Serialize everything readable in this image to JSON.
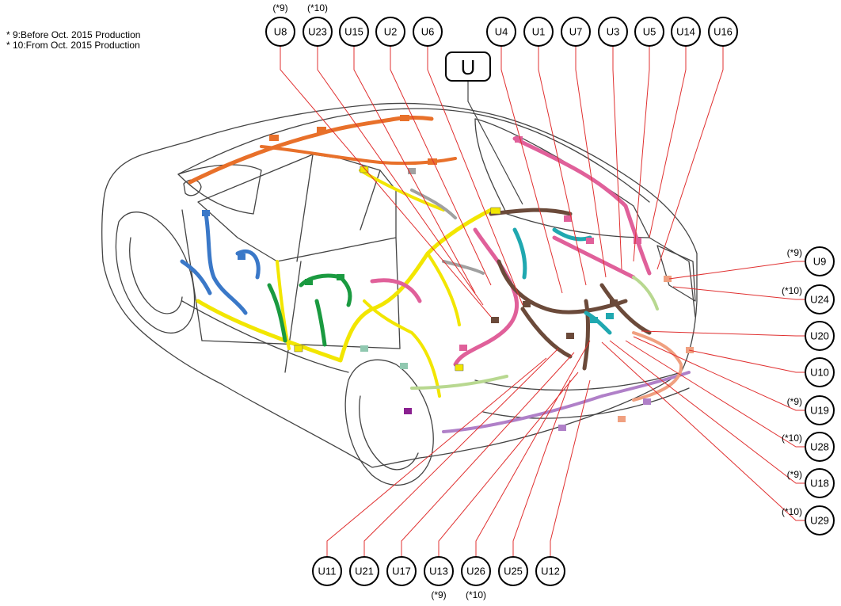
{
  "notes": [
    "* 9:Before Oct. 2015 Production",
    "* 10:From Oct. 2015 Production"
  ],
  "title_label": "U",
  "connectors": {
    "top": [
      {
        "id": "U8",
        "note": "(*9)"
      },
      {
        "id": "U23",
        "note": "(*10)"
      },
      {
        "id": "U15",
        "note": ""
      },
      {
        "id": "U2",
        "note": ""
      },
      {
        "id": "U6",
        "note": ""
      },
      {
        "id": "U4",
        "note": ""
      },
      {
        "id": "U1",
        "note": ""
      },
      {
        "id": "U7",
        "note": ""
      },
      {
        "id": "U3",
        "note": ""
      },
      {
        "id": "U5",
        "note": ""
      },
      {
        "id": "U14",
        "note": ""
      },
      {
        "id": "U16",
        "note": ""
      }
    ],
    "right": [
      {
        "id": "U9",
        "note": "(*9)"
      },
      {
        "id": "U24",
        "note": "(*10)"
      },
      {
        "id": "U20",
        "note": ""
      },
      {
        "id": "U10",
        "note": ""
      },
      {
        "id": "U19",
        "note": "(*9)"
      },
      {
        "id": "U28",
        "note": "(*10)"
      },
      {
        "id": "U18",
        "note": "(*9)"
      },
      {
        "id": "U29",
        "note": "(*10)"
      }
    ],
    "bottom": [
      {
        "id": "U11",
        "note": ""
      },
      {
        "id": "U21",
        "note": ""
      },
      {
        "id": "U17",
        "note": ""
      },
      {
        "id": "U13",
        "note": "(*9)"
      },
      {
        "id": "U26",
        "note": "(*10)"
      },
      {
        "id": "U25",
        "note": ""
      },
      {
        "id": "U12",
        "note": ""
      }
    ]
  },
  "colors": {
    "leader": "#e03030",
    "outline": "#444444",
    "harness_orange": "#e8702a",
    "harness_yellow": "#f2e600",
    "harness_blue": "#3a78c8",
    "harness_green": "#1a9a40",
    "harness_pink": "#e0609a",
    "harness_brown": "#6b4a3a",
    "harness_teal": "#20a8b0",
    "harness_purple": "#b080c8",
    "harness_salmon": "#f0a080",
    "harness_lightgreen": "#b8d890",
    "harness_gray": "#a0a0a0"
  }
}
